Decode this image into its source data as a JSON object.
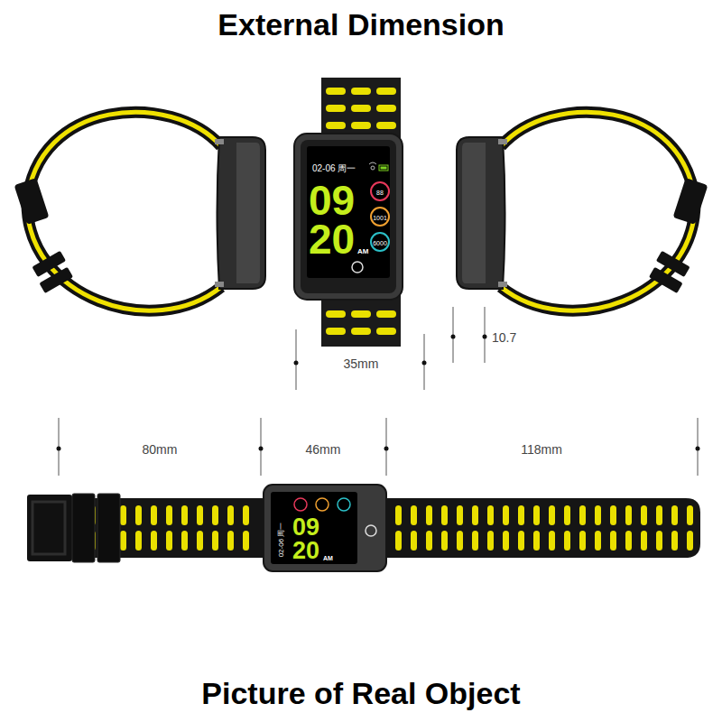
{
  "diagram": {
    "title": "External Dimension",
    "caption": "Picture of Real Object",
    "labels": [
      "02-06 周一",
      "09",
      "20",
      "AM",
      "88",
      "1001",
      "6000",
      "35mm",
      "10.7",
      "80mm",
      "46mm",
      "118mm",
      "02-06 周一",
      "09",
      "20",
      "AM"
    ]
  }
}
